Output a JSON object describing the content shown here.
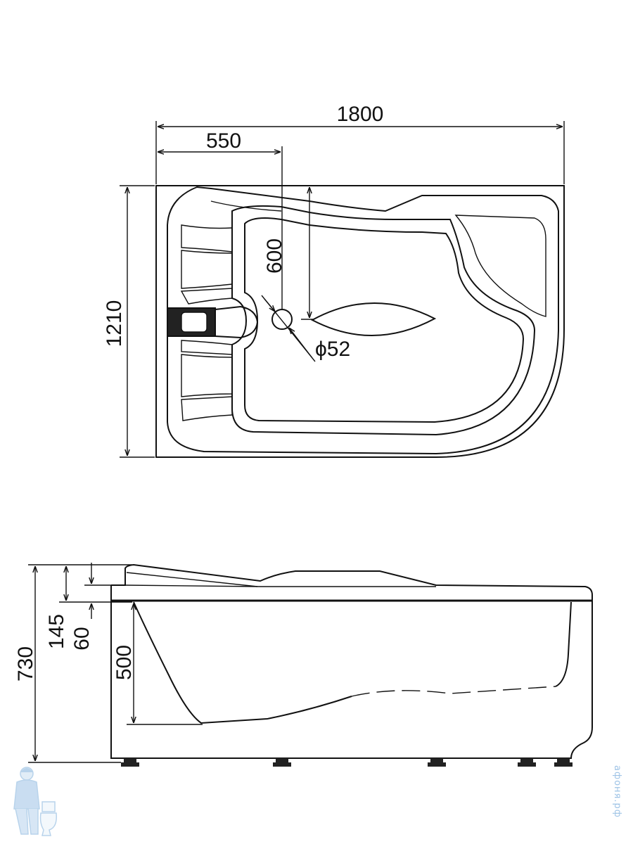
{
  "top_view": {
    "dimensions": {
      "length": "1800",
      "drain_offset_x": "550",
      "drain_offset_y": "600",
      "width": "1210",
      "drain_diameter": "ϕ52"
    }
  },
  "side_view": {
    "dimensions": {
      "total_height": "730",
      "headrest_height": "145",
      "rim_thickness": "60",
      "depth": "500"
    }
  },
  "watermark": {
    "text": "афоня.рф",
    "logo": "plumber-mascot-logo",
    "color": "#9ec3e6"
  }
}
